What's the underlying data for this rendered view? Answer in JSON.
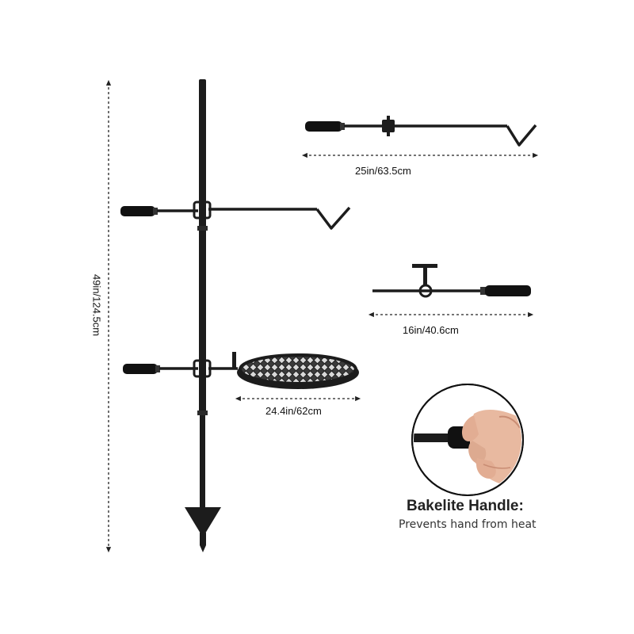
{
  "product_image": {
    "dimensions": {
      "total_height": "49in/124.5cm",
      "top_arm_length": "25in/63.5cm",
      "side_arm_length": "16in/40.6cm",
      "grill_diameter": "24.4in/62cm"
    },
    "callout": {
      "title": "Bakelite Handle:",
      "description": "Prevents hand from heat"
    }
  },
  "colors": {
    "metal": "#1c1c1c",
    "handle": "#111111",
    "dimension_line": "#222222",
    "background": "#ffffff",
    "skin": "#e8b9a0"
  },
  "icons": [
    "fire-pit-stand",
    "hook-arm",
    "grill-grate",
    "bakelite-handle-hand"
  ]
}
